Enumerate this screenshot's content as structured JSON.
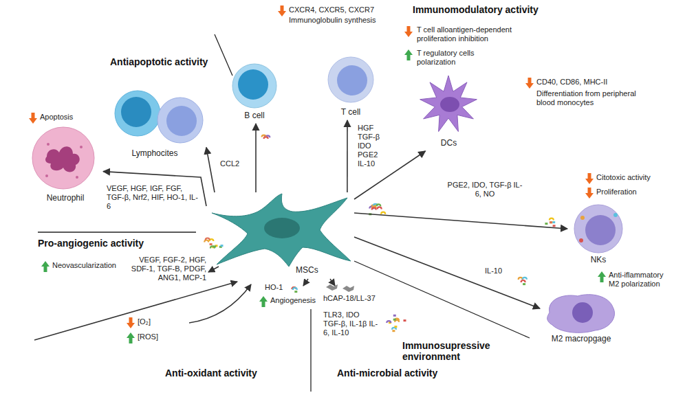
{
  "diagram": {
    "nodes": [
      {
        "text": [
          "MSCs"
        ]
      },
      {
        "text": [
          "B cell"
        ]
      },
      {
        "text": [
          "T cell"
        ]
      },
      {
        "text": [
          "DCs"
        ]
      },
      {
        "text": [
          "NKs"
        ]
      },
      {
        "text": [
          "M2 macropgage"
        ]
      },
      {
        "text": [
          "Neutrophil"
        ]
      },
      {
        "text": [
          "Lymphocites"
        ]
      }
    ],
    "edges": [
      {
        "from": 0,
        "to": 1,
        "arrow": "to"
      },
      {
        "from": 0,
        "to": 2,
        "arrow": "to"
      },
      {
        "from": 0,
        "to": 3,
        "arrow": "to"
      },
      {
        "from": 0,
        "to": 4,
        "arrow": "to"
      },
      {
        "from": 0,
        "to": 5,
        "arrow": "to"
      },
      {
        "from": 0,
        "to": 6,
        "arrow": "to"
      },
      {
        "from": 0,
        "to": 7,
        "arrow": "to"
      }
    ],
    "labels": [
      "Immunomodulatory activity",
      "Antiapoptotic activity",
      "CXCR4, CXCR5, CXCR7",
      "Immunoglobulin synthesis",
      "T cell alloantigen-dependent proliferation inhibition",
      "T regulatory cells polarization",
      "CD40, CD86, MHC-II",
      "Differentiation from peripheral blood monocytes",
      "Apoptosis",
      "CCL2",
      "HGF TGF-β IDO PGE2 IL-10",
      "VEGF, HGF, IGF, FGF, TGF-β, Nrf2, HIF, HO-1, IL-6",
      "PGE2, IDO, TGF-β IL-6, NO",
      "Citotoxic activity",
      "Proliferation",
      "Pro-angiogenic activity",
      "Neovascularization",
      "VEGF, FGF-2, HGF, SDF-1, TGF-B, PDGF, ANG1, MCP-1",
      "IL-10",
      "Anti-iflammatory M2 polarization",
      "HO-1",
      "Angiogenesis",
      "hCAP-18/LL-37",
      "TLR3, IDO TGF-β, IL-1β IL-6, IL-10",
      "Immunosupressive environment",
      "[O₂]",
      "[ROS]",
      "Anti-oxidant activity",
      "Anti-microbial activity"
    ]
  }
}
